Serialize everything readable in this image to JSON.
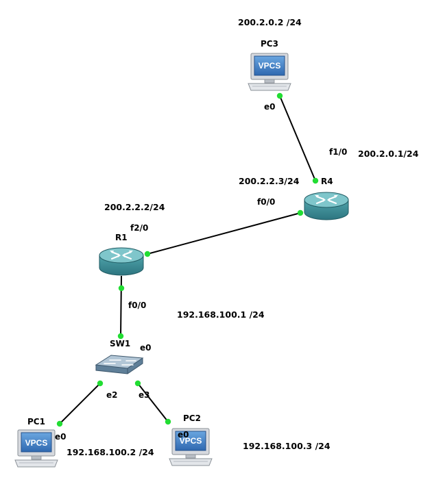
{
  "colors": {
    "link": "#000000",
    "port_dot": "#22dd33",
    "router_body": "#3b8e96",
    "router_top": "#7fc3c8",
    "switch_body": "#6f8fa8",
    "switch_top": "#a9c0d2",
    "pc_screen": "#3f7fc6",
    "pc_frame": "#c8ccd2"
  },
  "nodes": {
    "pc3": {
      "label": "PC3",
      "type": "vpcs",
      "screen_text": "VPCS",
      "icon": "computer-icon"
    },
    "r4": {
      "label": "R4",
      "type": "router",
      "icon": "router-icon"
    },
    "r1": {
      "label": "R1",
      "type": "router",
      "icon": "router-icon"
    },
    "sw1": {
      "label": "SW1",
      "type": "switch",
      "icon": "switch-icon"
    },
    "pc1": {
      "label": "PC1",
      "type": "vpcs",
      "screen_text": "VPCS",
      "icon": "computer-icon"
    },
    "pc2": {
      "label": "PC2",
      "type": "vpcs",
      "screen_text": "VPCS",
      "icon": "computer-icon"
    }
  },
  "ports": {
    "pc3_e0": "e0",
    "r4_f1_0": "f1/0",
    "r4_f0_0": "f0/0",
    "r1_f2_0": "f2/0",
    "r1_f0_0": "f0/0",
    "sw1_e0": "e0",
    "sw1_e2": "e2",
    "sw1_e3": "e3",
    "pc1_e0": "e0",
    "pc2_e0": "e0"
  },
  "addresses": {
    "pc3": "200.2.0.2 /24",
    "r4_f1_0": "200.2.0.1/24",
    "r4_f0_0": "200.2.2.3/24",
    "r1_f2_0": "200.2.2.2/24",
    "r1_f0_0": "192.168.100.1 /24",
    "pc1": "192.168.100.2 /24",
    "pc2": "192.168.100.3 /24"
  },
  "links": [
    {
      "from": "pc3",
      "from_port": "e0",
      "to": "r4",
      "to_port": "f1/0"
    },
    {
      "from": "r4",
      "from_port": "f0/0",
      "to": "r1",
      "to_port": "f2/0"
    },
    {
      "from": "r1",
      "from_port": "f0/0",
      "to": "sw1",
      "to_port": "e0"
    },
    {
      "from": "sw1",
      "from_port": "e2",
      "to": "pc1",
      "to_port": "e0"
    },
    {
      "from": "sw1",
      "from_port": "e3",
      "to": "pc2",
      "to_port": "e0"
    }
  ]
}
